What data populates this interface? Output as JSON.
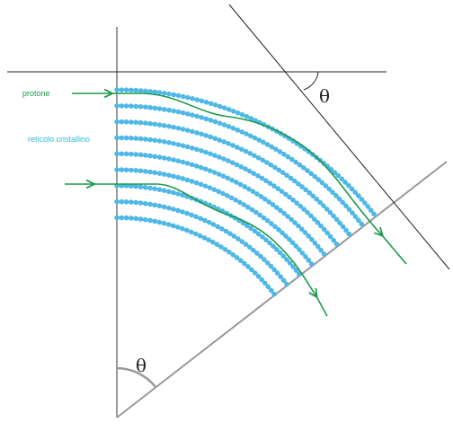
{
  "labels": {
    "proton": "protone",
    "lattice": "reticolo cristallino",
    "theta_top": "θ",
    "theta_bottom": "θ"
  },
  "colors": {
    "lattice_dots": "#4fb8e6",
    "proton_path": "#1a9a4a",
    "lattice_label": "#35b8dc",
    "axis_gray": "#999999",
    "line_black": "#222222"
  },
  "lattice_planes": 9
}
